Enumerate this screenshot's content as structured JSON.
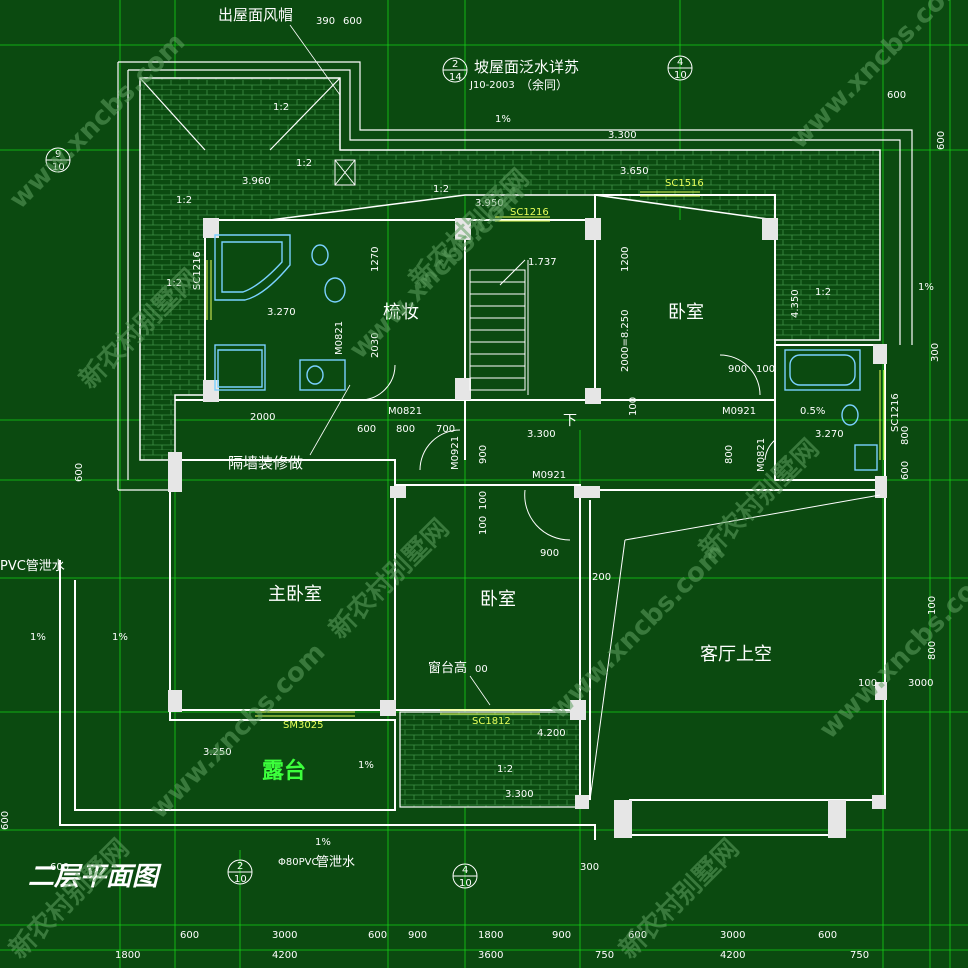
{
  "title": "二层平面图",
  "rooms": {
    "master_bedroom": "主卧室",
    "bedroom_middle": "卧室",
    "bedroom_upper": "卧室",
    "dressing": "梳妆",
    "living_void": "客厅上空",
    "terrace": "露台"
  },
  "notes": {
    "roof_hood": "出屋面风帽",
    "roof_flashing": "坡屋面泛水详苏",
    "flashing_ref": "J10-2003",
    "same_rest": "（余同）",
    "partition": "隔墙装修做",
    "sill_height": "窗台高",
    "down": "下",
    "pipe_left": "PVC管泄水",
    "pipe_bottom_prefix": "Φ80PVC",
    "pipe_bottom": "管泄水"
  },
  "codes": {
    "sc1516": "SC1516",
    "sc1216_top": "SC1216",
    "sc1216_left": "SC1216",
    "sc1216_right": "SC1216",
    "sc1812": "SC1812",
    "sm3025": "SM3025",
    "m0821_a": "M0821",
    "m0821_b": "M0821",
    "m0821_c": "M0821",
    "m0921_a": "M0921",
    "m0921_b": "M0921",
    "m0921_c": "M0921"
  },
  "levels": {
    "l3960": "3.960",
    "l3300_top": "3.300",
    "l3650": "3.650",
    "l3950": "3.950",
    "l3270_bath": "3.270",
    "l1737": "1.737",
    "l3300_stair": "3.300",
    "l3270_right": "3.270",
    "l4200": "4.200",
    "l3300_bottom": "3.300",
    "l3250": "3.250",
    "l4350": "4.350"
  },
  "slopes": {
    "s1": "1:2",
    "s2": "1:2",
    "s3": "1:2",
    "s4": "1:2",
    "s5": "1:2",
    "s6": "1:2",
    "s7": "1:2",
    "p1": "1%",
    "p2": "1%",
    "p3": "1%",
    "p4": "1%",
    "p5": "1%",
    "p6": "1%",
    "p7": "0.5%"
  },
  "dims": {
    "d390": "390",
    "d600_top": "600",
    "d600_tr": "600",
    "d600_r": "600",
    "d1270": "1270",
    "d2030": "2030",
    "d1200": "1200",
    "d2000_8250": "2000=8.250",
    "d2000": "2000",
    "d600_a": "600",
    "d800_a": "800",
    "d700": "700",
    "d900_a": "900",
    "d100_a": "100",
    "d900_b": "900",
    "d100_b": "100",
    "d100_c": "100",
    "d800_b": "800",
    "d600_left": "600",
    "d900_c": "900",
    "d100_d": "100",
    "d200": "200",
    "d300_r": "300",
    "d800_r": "800",
    "d600_r2": "600",
    "d100_r": "100",
    "d800_r2": "800",
    "d3000_r": "3000",
    "d100_r2": "100",
    "d00": "00",
    "d600_b": "600",
    "d600_bl": "600",
    "d300_b": "300",
    "bottom_row1": [
      "600",
      "3000",
      "600",
      "900",
      "1800",
      "900",
      "600",
      "3000",
      "600"
    ],
    "bottom_row2": [
      "1800",
      "4200",
      "3600",
      "750",
      "4200",
      "750"
    ]
  },
  "axes": {
    "a2_top_num": "2",
    "a2_top_den": "14",
    "a4_top_num": "4",
    "a4_top_den": "10",
    "a9_num": "9",
    "a9_den": "10",
    "a2_bot_num": "2",
    "a2_bot_den": "10",
    "a4_bot_num": "4",
    "a4_bot_den": "10"
  },
  "watermarks": [
    "www.xncbs.com",
    "新农村别墅网"
  ]
}
